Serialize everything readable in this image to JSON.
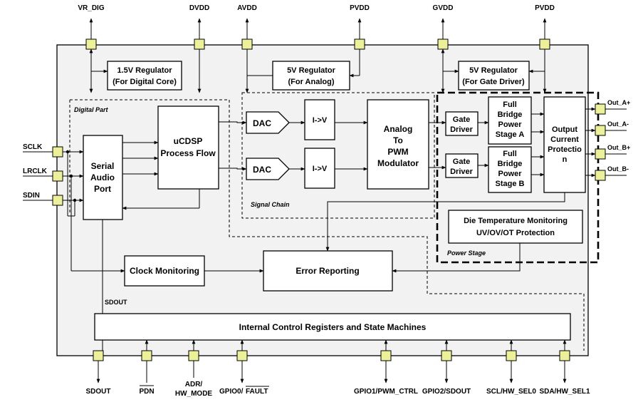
{
  "top_pins": {
    "vr_dig": "VR_DIG",
    "dvdd": "DVDD",
    "avdd": "AVDD",
    "pvdd_analog": "PVDD",
    "gvdd": "GVDD",
    "pvdd_gate": "PVDD"
  },
  "regulators": {
    "digital": {
      "line1": "1.5V Regulator",
      "line2": "(For Digital Core)"
    },
    "analog": {
      "line1": "5V Regulator",
      "line2": "(For Analog)"
    },
    "gate": {
      "line1": "5V Regulator",
      "line2": "(For Gate Driver)"
    }
  },
  "sections": {
    "digital_part": "Digital Part",
    "signal_chain": "Signal Chain",
    "power_stage": "Power Stage"
  },
  "left_pins": {
    "sclk": "SCLK",
    "lrclk": "LRCLK",
    "sdin": "SDIN"
  },
  "blocks": {
    "serial_audio_port": [
      "Serial",
      "Audio",
      "Port"
    ],
    "ucdsp": [
      "uCDSP",
      "Process Flow"
    ],
    "dac1": "DAC",
    "dac2": "DAC",
    "iv1": "I->V",
    "iv2": "I->V",
    "modulator": [
      "Analog",
      "To",
      "PWM",
      "Modulator"
    ],
    "gate_driver_a": [
      "Gate",
      "Driver"
    ],
    "gate_driver_b": [
      "Gate",
      "Driver"
    ],
    "bridge_a": [
      "Full",
      "Bridge",
      "Power",
      "Stage A"
    ],
    "bridge_b": [
      "Full",
      "Bridge",
      "Power",
      "Stage B"
    ],
    "ocp": [
      "Output",
      "Current",
      "Protectio",
      "n"
    ],
    "die_temp": [
      "Die Temperature Monitoring",
      "UV/OV/OT Protection"
    ],
    "clock_monitoring": "Clock Monitoring",
    "error_reporting": "Error Reporting",
    "control_registers": "Internal Control Registers and State Machines"
  },
  "right_pins": {
    "out_a_pos": "Out_A+",
    "out_a_neg": "Out_A-",
    "out_b_pos": "Out_B+",
    "out_b_neg": "Out_B-"
  },
  "internal_labels": {
    "sdout": "SDOUT"
  },
  "bottom_pins": {
    "sdout": "SDOUT",
    "pdn": "PDN",
    "adr_line1": "ADR/",
    "adr_line2": "HW_MODE",
    "gpio0": "GPIO0/",
    "gpio0_fault": "FAULT",
    "gpio1": "GPIO1/PWM_CTRL",
    "gpio2": "GPIO2/SDOUT",
    "scl": "SCL/HW_SEL0",
    "sda": "SDA/HW_SEL1"
  },
  "colors": {
    "pad_fill": "#ecf09a",
    "chip_fill": "#f2f2f2",
    "line": "#000000"
  }
}
